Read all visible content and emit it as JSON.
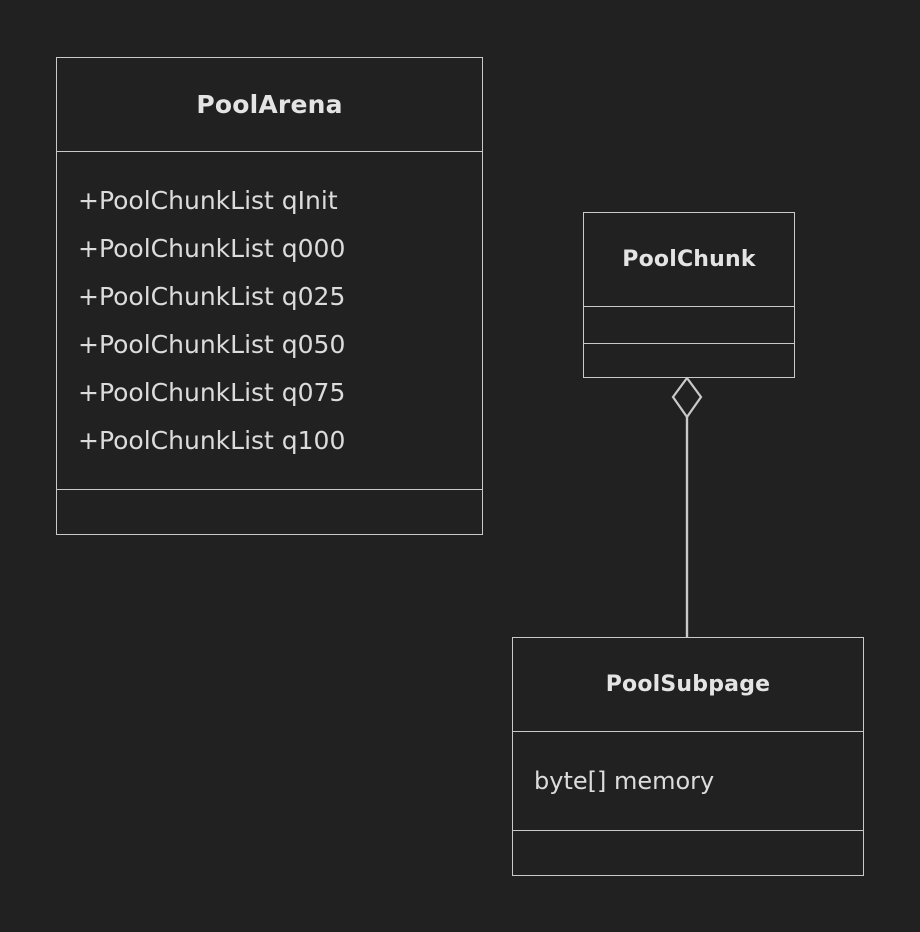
{
  "diagram": {
    "type": "uml-class-diagram",
    "background_color": "#212121",
    "stroke_color": "#c9c9c9",
    "text_color": "#e0e0e0",
    "classes": [
      {
        "id": "pool-arena",
        "name": "PoolArena",
        "attributes": [
          "+PoolChunkList qInit",
          "+PoolChunkList q000",
          "+PoolChunkList q025",
          "+PoolChunkList q050",
          "+PoolChunkList q075",
          "+PoolChunkList q100"
        ],
        "operations": []
      },
      {
        "id": "pool-chunk",
        "name": "PoolChunk",
        "attributes": [],
        "operations": []
      },
      {
        "id": "pool-subpage",
        "name": "PoolSubpage",
        "attributes": [
          "byte[] memory"
        ],
        "operations": []
      }
    ],
    "relationships": [
      {
        "id": "chunk-subpage-aggregation",
        "kind": "aggregation",
        "marker": "hollow-diamond",
        "from": "PoolChunk",
        "to": "PoolSubpage"
      }
    ]
  }
}
